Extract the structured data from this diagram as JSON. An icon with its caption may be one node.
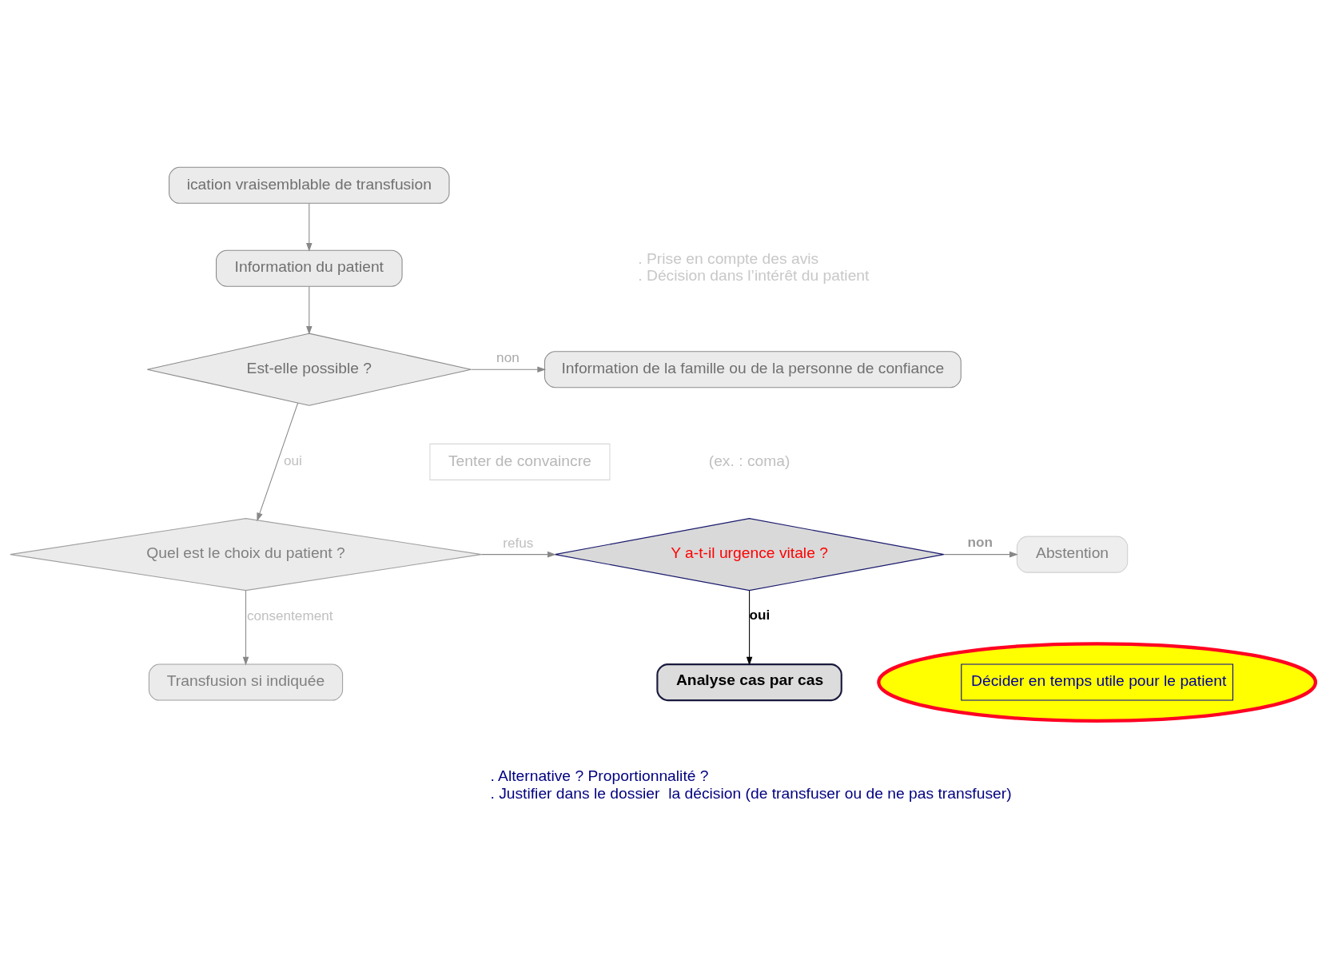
{
  "diagram": {
    "nodes": [
      {
        "text": [
          "ication vraisemblable de transfusion"
        ]
      },
      {
        "text": [
          "Information du patient"
        ]
      },
      {
        "text": [
          "Est-elle possible ?"
        ]
      },
      {
        "text": [
          "Information de la famille ou de la personne de confiance"
        ],
        "beside": [
          ". Prise en compte des avis",
          ". Décision dans l’intérêt du patient"
        ]
      },
      {
        "text": [
          "Quel est le choix du patient ?"
        ]
      },
      {
        "text": [
          "Tenter de convaincre"
        ]
      },
      {
        "text": [
          "Y a-t-il urgence vitale ?"
        ]
      },
      {
        "text": [
          "Abstention"
        ]
      },
      {
        "text": [
          "Transfusion si indiquée"
        ]
      },
      {
        "text": [
          "Analyse cas par cas"
        ],
        "beside": [
          ". Alternative ? Proportionnalité ?",
          ". Justifier dans le dossier  la décision (de transfuser ou de ne pas transfuser)"
        ]
      },
      {
        "text": [
          "Décider en temps utile pour le patient"
        ]
      }
    ],
    "edges": [
      {
        "from": 0,
        "to": 1,
        "arrow": "to"
      },
      {
        "from": 1,
        "to": 2,
        "arrow": "to"
      },
      {
        "from": 2,
        "to": 3,
        "arrow": "to",
        "label": "non"
      },
      {
        "from": 2,
        "to": 4,
        "arrow": "to",
        "label": "oui"
      },
      {
        "from": 4,
        "to": 6,
        "arrow": "to",
        "label": "refus"
      },
      {
        "from": 6,
        "to": 7,
        "arrow": "to",
        "label": "non"
      },
      {
        "from": 6,
        "to": 9,
        "arrow": "to",
        "label": "oui",
        "color": "#000000"
      },
      {
        "from": 4,
        "to": 8,
        "arrow": "to",
        "label": "consentement"
      }
    ],
    "labels": [
      "(ex. : coma)"
    ]
  }
}
